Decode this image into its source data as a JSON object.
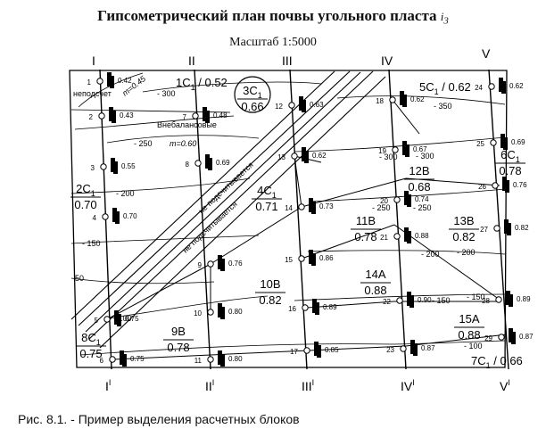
{
  "title": {
    "main": "Гипсометрический план  почвы угольного пласта ",
    "symbol": "i",
    "sub": "3"
  },
  "scale": "Масштаб  1:5000",
  "caption": "Рис. 8.1. -  Пример выделения расчетных блоков",
  "columns_top": [
    "I",
    "II",
    "III",
    "IV",
    "V"
  ],
  "columns_bottom": [
    "I",
    "II",
    "III",
    "IV",
    "V"
  ],
  "column_prime": "I",
  "contours": [
    "- 350",
    "- 300",
    "- 250",
    "- 200",
    "- 150",
    "- 100",
    "50",
    "- 300",
    "- 250",
    "- 200",
    "- 150",
    "- 100",
    "- 300",
    "- 250",
    "- 200",
    "- 150"
  ],
  "notes": {
    "nepodschet": "неподсчет",
    "vnebalans": "Внебалансовые",
    "m045": "m=0.45",
    "m060": "m=0.60",
    "ne_pods_1": "не подсчитывается",
    "ne_pods_2": "не подсчитывается"
  },
  "points": [
    {
      "n": "1",
      "v": "0.42"
    },
    {
      "n": "2",
      "v": "0.43"
    },
    {
      "n": "3",
      "v": "0.55"
    },
    {
      "n": "4",
      "v": "0.70"
    },
    {
      "n": "5",
      "v": "0.75"
    },
    {
      "n": "6",
      "v": "0.75"
    },
    {
      "n": "7",
      "v": "0.48"
    },
    {
      "n": "8",
      "v": "0.69"
    },
    {
      "n": "9",
      "v": "0.76"
    },
    {
      "n": "10",
      "v": "0.80"
    },
    {
      "n": "11",
      "v": "0.80"
    },
    {
      "n": "12",
      "v": "0.63"
    },
    {
      "n": "13",
      "v": "0.62"
    },
    {
      "n": "14",
      "v": "0.73"
    },
    {
      "n": "15",
      "v": "0.86"
    },
    {
      "n": "16",
      "v": "0.89"
    },
    {
      "n": "17",
      "v": "0.85"
    },
    {
      "n": "18",
      "v": "0.62"
    },
    {
      "n": "19",
      "v": "0.67"
    },
    {
      "n": "20",
      "v": "0.74"
    },
    {
      "n": "21",
      "v": "0.88"
    },
    {
      "n": "22",
      "v": "0.90"
    },
    {
      "n": "23",
      "v": "0.87"
    },
    {
      "n": "24",
      "v": "0.62"
    },
    {
      "n": "25",
      "v": "0.69"
    },
    {
      "n": "26",
      "v": "0.76"
    },
    {
      "n": "27",
      "v": "0.82"
    },
    {
      "n": "28",
      "v": "0.89"
    },
    {
      "n": "29",
      "v": "0.87"
    }
  ],
  "blocks": [
    {
      "id": "1C1",
      "num": "1C",
      "sub": "1",
      "val": "0.52",
      "style": "slash"
    },
    {
      "id": "3C1",
      "num": "3C",
      "sub": "1",
      "val": "0.66",
      "style": "circle"
    },
    {
      "id": "5C1",
      "num": "5C",
      "sub": "1",
      "val": "0.62",
      "style": "slash"
    },
    {
      "id": "6C1",
      "num": "6C",
      "sub": "1",
      "val": "0.78",
      "style": "frac"
    },
    {
      "id": "2C1",
      "num": "2C",
      "sub": "1",
      "val": "0.70",
      "style": "frac"
    },
    {
      "id": "4C1",
      "num": "4C",
      "sub": "1",
      "val": "0.71",
      "style": "frac"
    },
    {
      "id": "12B",
      "num": "12B",
      "sub": "",
      "val": "0.68",
      "style": "frac"
    },
    {
      "id": "11B",
      "num": "11B",
      "sub": "",
      "val": "0.78",
      "style": "frac"
    },
    {
      "id": "13B",
      "num": "13B",
      "sub": "",
      "val": "0.82",
      "style": "frac"
    },
    {
      "id": "10B",
      "num": "10B",
      "sub": "",
      "val": "0.82",
      "style": "frac"
    },
    {
      "id": "14A",
      "num": "14A",
      "sub": "",
      "val": "0.88",
      "style": "frac"
    },
    {
      "id": "9B",
      "num": "9B",
      "sub": "",
      "val": "0.78",
      "style": "frac"
    },
    {
      "id": "15A",
      "num": "15A",
      "sub": "",
      "val": "0.88",
      "style": "frac"
    },
    {
      "id": "8C1",
      "num": "8C",
      "sub": "1",
      "val": "0.75",
      "style": "frac"
    },
    {
      "id": "7C1",
      "num": "7C",
      "sub": "1",
      "val": "0.66",
      "style": "slash"
    }
  ]
}
